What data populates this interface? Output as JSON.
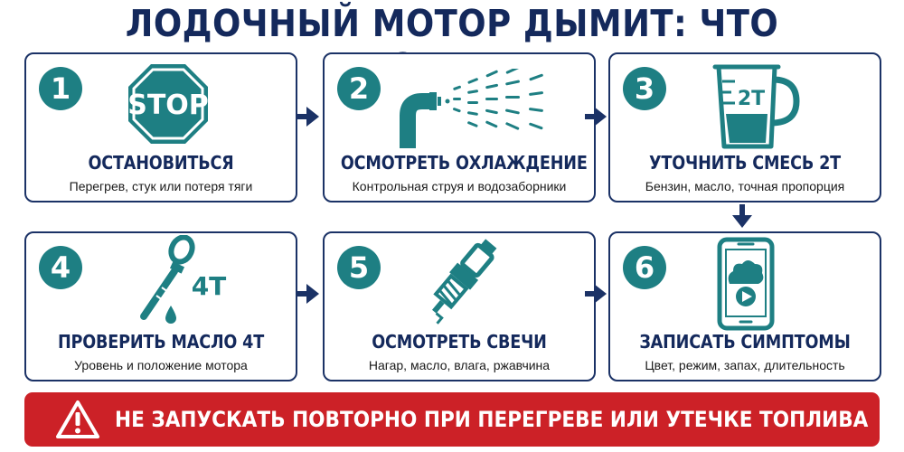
{
  "title": "ЛОДОЧНЫЙ МОТОР ДЫМИТ: ЧТО ПРОВЕРИТЬ",
  "colors": {
    "accent": "#1e7f83",
    "navy": "#1b3266",
    "alert": "#cc2127"
  },
  "steps": [
    {
      "num": "1",
      "title": "ОСТАНОВИТЬСЯ",
      "subtitle": "Перегрев, стук или потеря тяги",
      "icon": "stop-sign-icon",
      "icon_text": "STOP"
    },
    {
      "num": "2",
      "title": "ОСМОТРЕТЬ ОХЛАЖДЕНИЕ",
      "subtitle": "Контрольная струя и водозаборники",
      "icon": "water-spray-pipe-icon"
    },
    {
      "num": "3",
      "title": "УТОЧНИТЬ СМЕСЬ 2Т",
      "subtitle": "Бензин, масло, точная пропорция",
      "icon": "measuring-jug-icon",
      "icon_text": "2Т"
    },
    {
      "num": "4",
      "title": "ПРОВЕРИТЬ МАСЛО 4Т",
      "subtitle": "Уровень и положение мотора",
      "icon": "dipstick-icon",
      "icon_text": "4Т"
    },
    {
      "num": "5",
      "title": "ОСМОТРЕТЬ СВЕЧИ",
      "subtitle": "Нагар, масло, влага, ржавчина",
      "icon": "spark-plug-icon"
    },
    {
      "num": "6",
      "title": "ЗАПИСАТЬ СИМПТОМЫ",
      "subtitle": "Цвет, режим, запах, длительность",
      "icon": "phone-video-icon"
    }
  ],
  "warning": "НЕ ЗАПУСКАТЬ ПОВТОРНО ПРИ ПЕРЕГРЕВЕ ИЛИ УТЕЧКЕ ТОПЛИВА"
}
